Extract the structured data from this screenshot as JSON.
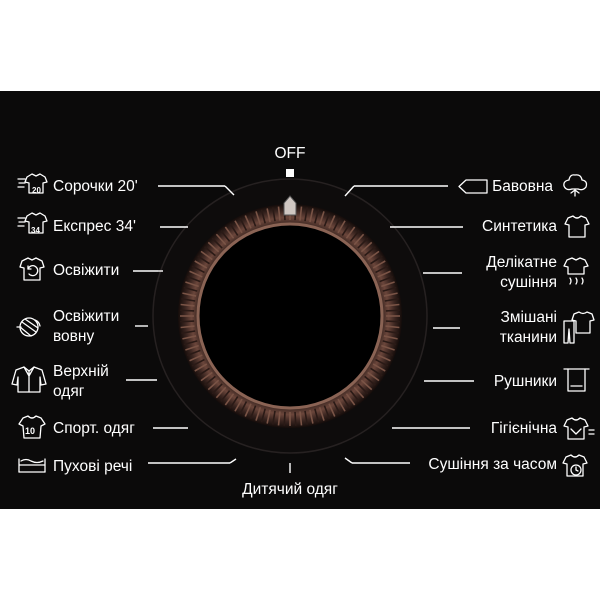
{
  "off_label": "OFF",
  "programs_left": [
    {
      "label": "Сорочки 20'",
      "icon": "shirt-20-icon"
    },
    {
      "label": "Експрес 34'",
      "icon": "express-34-icon"
    },
    {
      "label": "Освіжити",
      "icon": "refresh-shirt-icon"
    },
    {
      "label": "Освіжити вовну",
      "line1": "Освіжити",
      "line2": "вовну",
      "icon": "wool-refresh-icon"
    },
    {
      "label": "Верхній одяг",
      "line1": "Верхній",
      "line2": "одяг",
      "icon": "jacket-icon"
    },
    {
      "label": "Спорт. одяг",
      "icon": "sport-shirt-10-icon"
    },
    {
      "label": "Пухові речі",
      "icon": "duvet-icon"
    }
  ],
  "program_bottom": {
    "label": "Дитячий одяг"
  },
  "programs_right": [
    {
      "label": "Бавовна",
      "icon": "cotton-flower-icon"
    },
    {
      "label": "Синтетика",
      "icon": "synthetic-shirt-icon"
    },
    {
      "label": "Делікатне сушіння",
      "line1": "Делікатне",
      "line2": "сушіння",
      "icon": "delicate-icon"
    },
    {
      "label": "Змішані тканини",
      "line1": "Змішані",
      "line2": "тканини",
      "icon": "mixed-fabrics-icon"
    },
    {
      "label": "Рушники",
      "icon": "towel-icon"
    },
    {
      "label": "Гігієнічна",
      "icon": "hygiene-shirt-icon"
    },
    {
      "label": "Сушіння за часом",
      "icon": "timed-drying-icon"
    }
  ],
  "colors": {
    "panel": "#0b0a0a",
    "text": "#ffffff",
    "knob_ring": "#5a3a30",
    "knob_center": "#000000"
  }
}
